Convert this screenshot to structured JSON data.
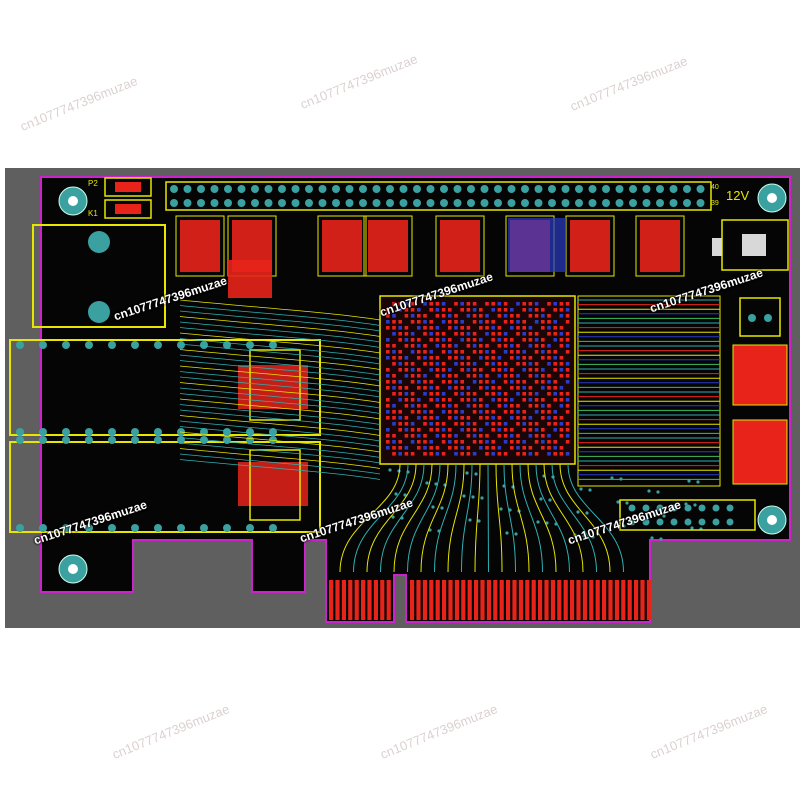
{
  "watermark": {
    "text": "cn1077747396muzae"
  },
  "silkscreen": {
    "power_label": "12V",
    "p2_label": "P2",
    "k1_label": "K1",
    "pin_label_top": "40",
    "pin_label_bottom": "39"
  },
  "colors": {
    "canvas_gray": "#5f5f5f",
    "board_black": "#050505",
    "outline_magenta": "#cc22cc",
    "copper_red": "#e8231a",
    "silk_yellow": "#e6e600",
    "via_teal": "#3aa0a0",
    "trace_blue": "#2a3cc8"
  }
}
